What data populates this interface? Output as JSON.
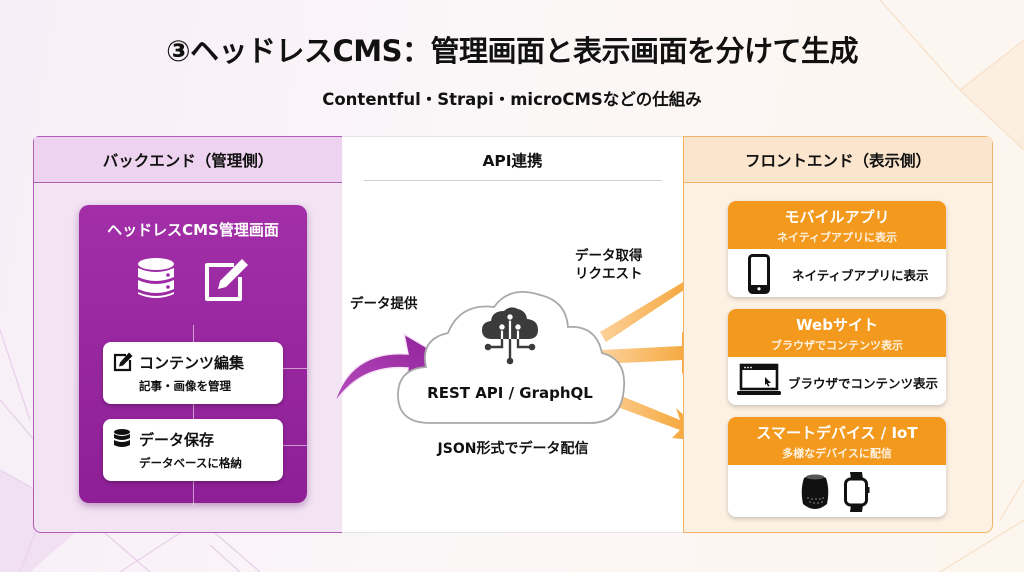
{
  "header": {
    "title": "③ヘッドレスCMS：管理画面と表示画面を分けて生成",
    "subtitle": "Contentful・Strapi・microCMSなどの仕組み"
  },
  "backend": {
    "heading": "バックエンド（管理側）",
    "cms_title": "ヘッドレスCMS管理画面",
    "icons": [
      "database-icon",
      "edit-icon"
    ],
    "cards": [
      {
        "title": "コンテンツ編集",
        "subtitle": "記事・画像を管理",
        "icon": "edit-icon"
      },
      {
        "title": "データ保存",
        "subtitle": "データベースに格納",
        "icon": "database-icon"
      }
    ]
  },
  "api": {
    "heading": "API連携",
    "provide_label": "データ提供",
    "request_label_line1": "データ取得",
    "request_label_line2": "リクエスト",
    "cloud_label": "REST API / GraphQL",
    "cloud_icon": "cloud-network-icon",
    "delivery_label": "JSON形式でデータ配信"
  },
  "frontend": {
    "heading": "フロントエンド（表示側）",
    "cards": [
      {
        "title": "モバイルアプリ",
        "subtitle": "ネイティブアプリに表示",
        "body": "ネイティブアプリに表示",
        "icon": "smartphone-icon"
      },
      {
        "title": "Webサイト",
        "subtitle": "ブラウザでコンテンツ表示",
        "body": "ブラウザでコンテンツ表示",
        "icon": "laptop-icon"
      },
      {
        "title": "スマートデバイス / IoT",
        "subtitle": "多様なデバイスに配信",
        "body": "",
        "icon": "smart-speaker-and-watch-icon"
      }
    ]
  },
  "colors": {
    "backend_accent": "#9b27a3",
    "frontend_accent": "#f39a1e",
    "text": "#111111"
  }
}
